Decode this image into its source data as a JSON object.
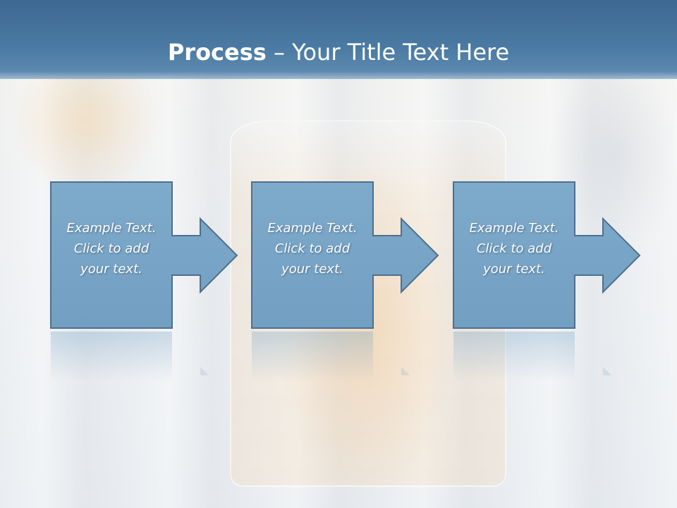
{
  "slide": {
    "title_bold": "Process",
    "title_rest": " – Your Title Text Here"
  },
  "steps": [
    {
      "line1": "Example Text.",
      "line2": "Click  to add",
      "line3": "your text."
    },
    {
      "line1": "Example Text.",
      "line2": "Click  to add",
      "line3": "your text."
    },
    {
      "line1": "Example Text.",
      "line2": "Click  to add",
      "line3": "your text."
    }
  ],
  "colors": {
    "title_bar": "#4a7aa3",
    "shape_fill": "#7aa6c8",
    "shape_border": "#4e6f8d"
  }
}
